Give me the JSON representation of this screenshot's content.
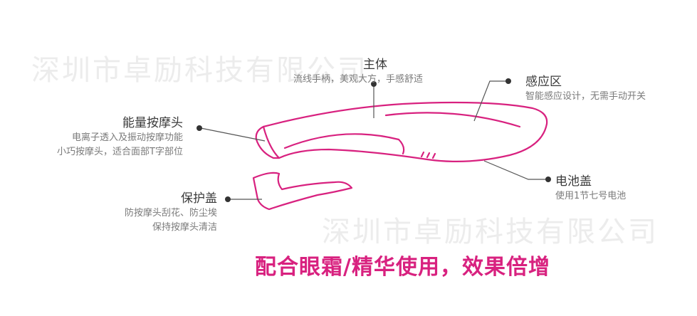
{
  "watermark": {
    "text_top": "深圳市卓励科技有限公司",
    "text_bottom": "深圳市卓励科技有限公司"
  },
  "labels": {
    "main_body": {
      "title": "主体",
      "desc": "流线手柄，美观大方，手感舒适"
    },
    "sensor_area": {
      "title": "感应区",
      "desc": "智能感应设计，无需手动开关"
    },
    "massage_head": {
      "title": "能量按摩头",
      "desc_line1": "电离子透入及振动按摩功能",
      "desc_line2": "小巧按摩头，适合面部T字部位"
    },
    "battery_cover": {
      "title": "电池盖",
      "desc": "使用1节七号电池"
    },
    "protective_cap": {
      "title": "保护盖",
      "desc_line1": "防按摩头刮花、防尘埃",
      "desc_line2": "保持按摩头清洁"
    }
  },
  "slogan": "配合眼霜/精华使用，效果倍增",
  "colors": {
    "outline": "#d8217f",
    "leader_line": "#555555",
    "text_dark": "#3a3a3a",
    "text_gray": "#7a7a7a",
    "watermark": "#ececec"
  }
}
